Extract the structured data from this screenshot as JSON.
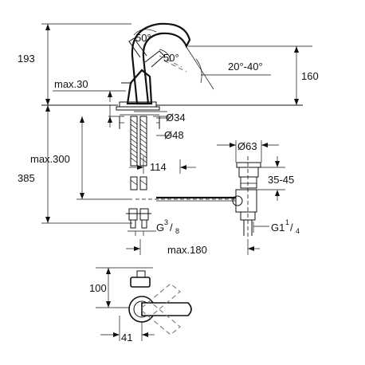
{
  "dimensions": {
    "height_top": "193",
    "height_spout": "160",
    "height_total": "385",
    "max_30": "max.30",
    "max_300": "max.300",
    "angle_50a": "50°",
    "angle_50b": "50°",
    "angle_range": "20°-40°",
    "dia_34": "Ø34",
    "dia_48": "Ø48",
    "dia_63": "Ø63",
    "dist_114": "114",
    "range_35_45": "35-45",
    "thread_g_main": "G",
    "thread_g_num": "3",
    "thread_g_den": "8",
    "thread_g1_main": "G1",
    "thread_g1_num": "1",
    "thread_g1_den": "4",
    "max_180": "max.180",
    "plan_100": "100",
    "plan_41": "41"
  }
}
